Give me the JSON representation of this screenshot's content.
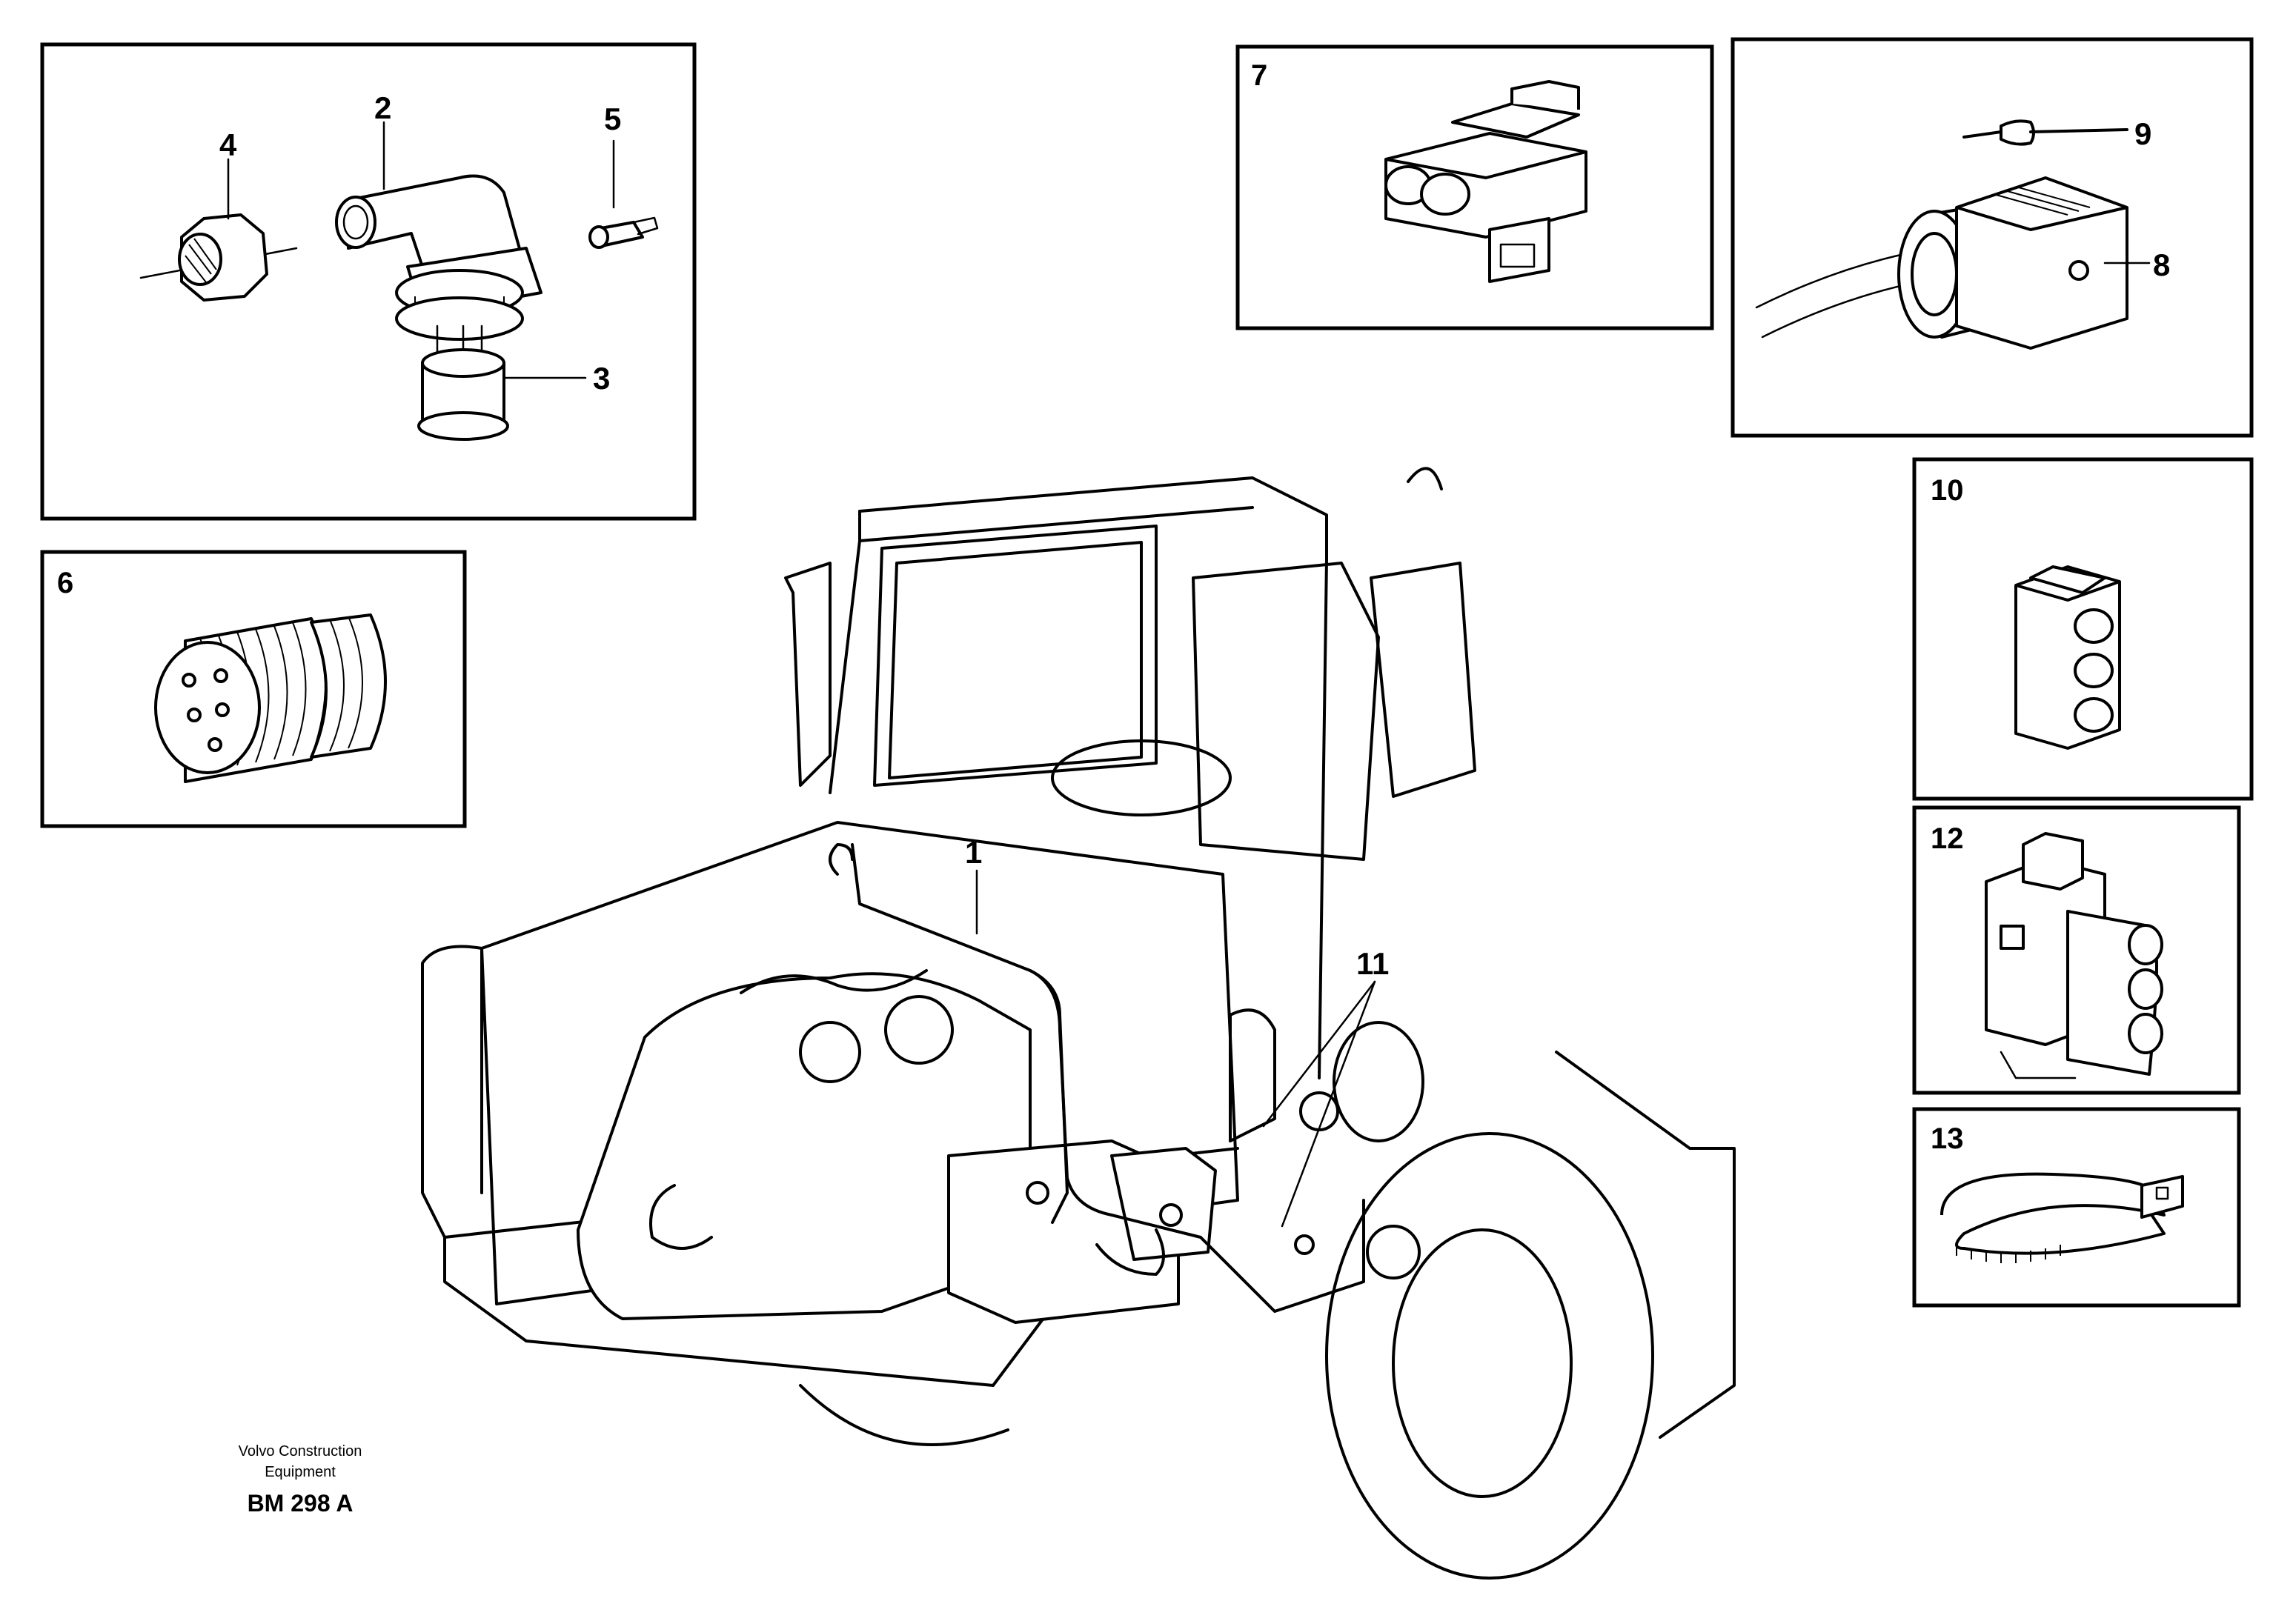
{
  "parts": {
    "p1": "1",
    "p2": "2",
    "p3": "3",
    "p4": "4",
    "p5": "5",
    "p6": "6",
    "p7": "7",
    "p8": "8",
    "p9": "9",
    "p10": "10",
    "p11": "11",
    "p12": "12",
    "p13": "13"
  },
  "footer": {
    "maker_line1": "Volvo Construction",
    "maker_line2": "Equipment",
    "ref": "BM 298 A"
  }
}
